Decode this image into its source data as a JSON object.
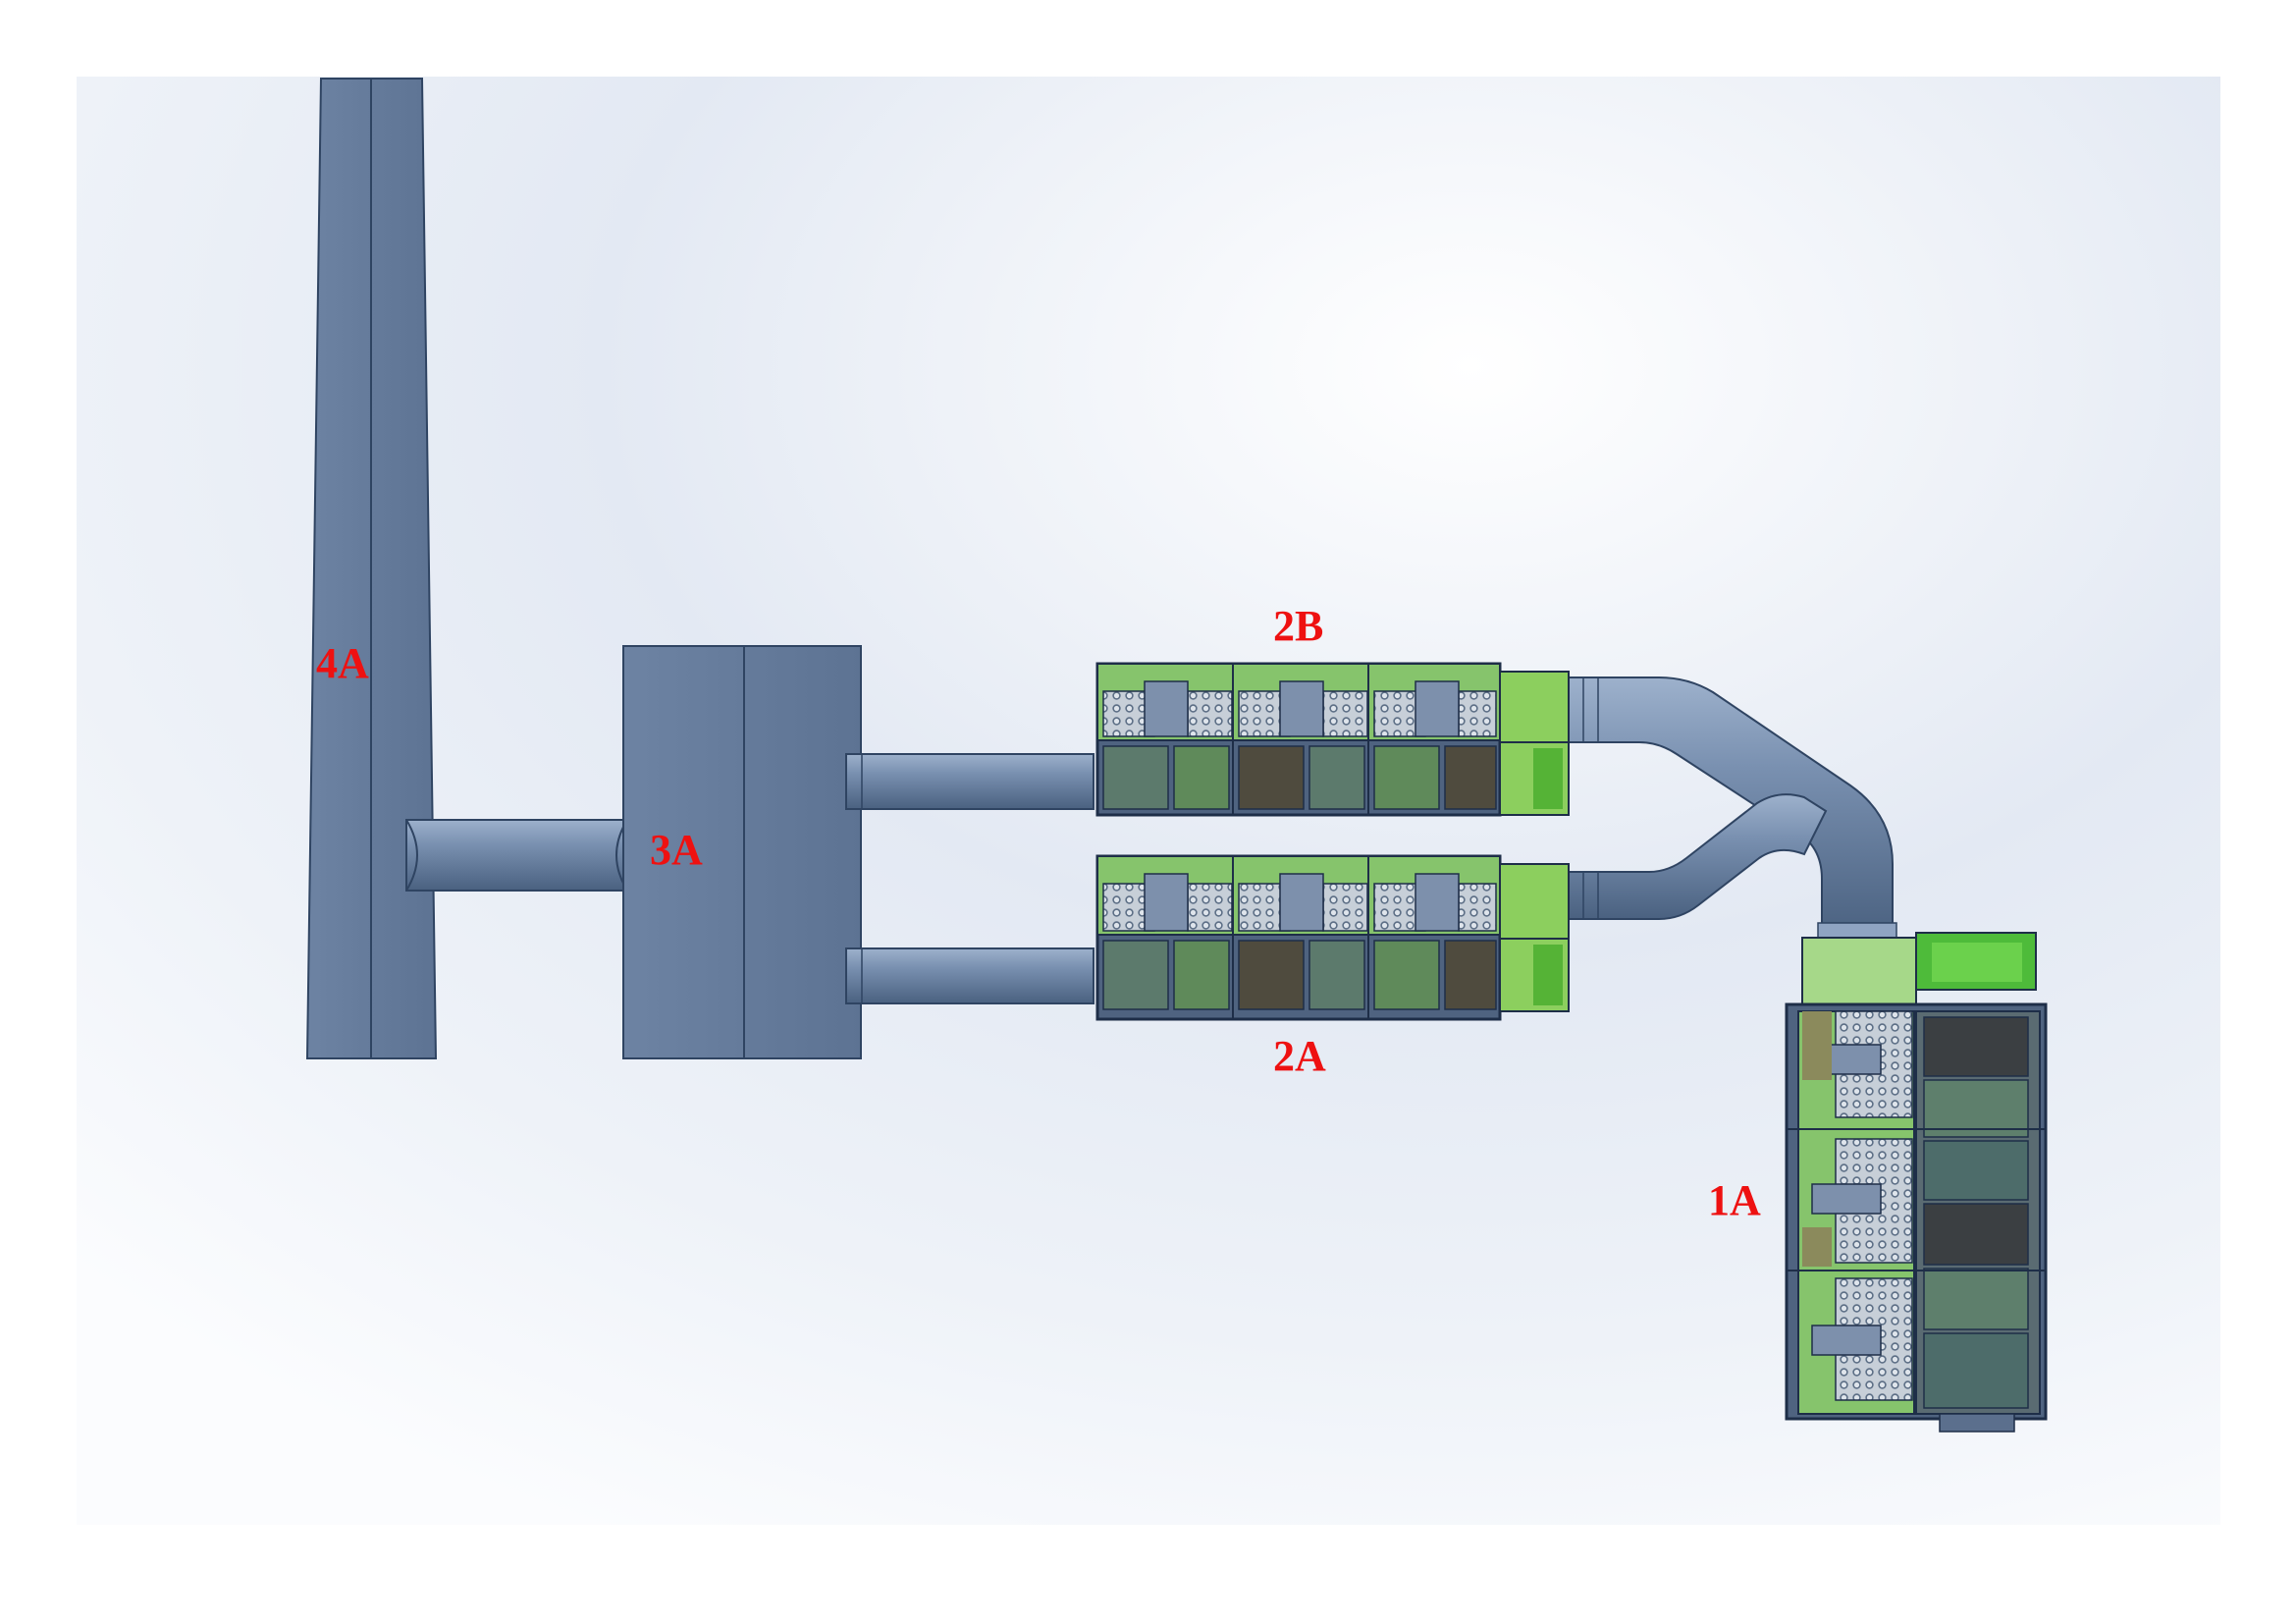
{
  "labels": {
    "unit_1a": "1A",
    "unit_2a": "2A",
    "unit_2b": "2B",
    "unit_3a": "3A",
    "unit_4a": "4A"
  },
  "colors": {
    "background_top": "#e6ecf6",
    "background_bottom": "#fbfcfe",
    "pipe": "#6e85a4",
    "pipe_dark": "#3f5673",
    "pipe_light": "#9db1cc",
    "module_green": "#6bbf4f",
    "module_frame": "#2c3f5e",
    "label_red": "#ee1111"
  }
}
